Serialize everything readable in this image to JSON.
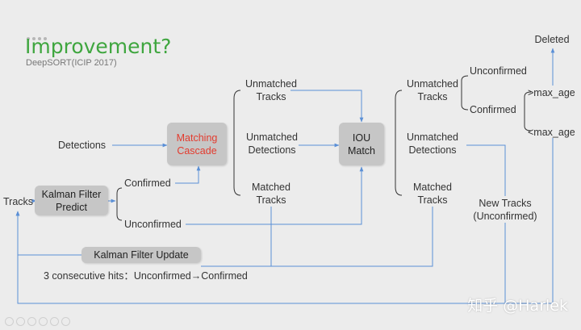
{
  "slide": {
    "title": "Improvement?",
    "subtitle": "DeepSORT(ICIP 2017)",
    "watermark": "知乎 @Harlek"
  },
  "nodes": {
    "deleted": "Deleted",
    "unconfirmed_top": "Unconfirmed",
    "confirmed_right": "Confirmed",
    "gt_max_age": ">max_age",
    "lt_max_age": "<max_age",
    "unmatched_tracks_1": "Unmatched\nTracks",
    "unmatched_detections_1": "Unmatched\nDetections",
    "matched_tracks_1": "Matched\nTracks",
    "unmatched_tracks_2": "Unmatched\nTracks",
    "unmatched_detections_2": "Unmatched\nDetections",
    "matched_tracks_2": "Matched\nTracks",
    "detections": "Detections",
    "tracks": "Tracks",
    "confirmed_left": "Confirmed",
    "unconfirmed_left": "Unconfirmed",
    "new_tracks": "New Tracks\n(Unconfirmed)",
    "hits_note": "3 consecutive hits：Unconfirmed→Confirmed"
  },
  "boxes": {
    "kalman_predict": "Kalman Filter\nPredict",
    "matching_cascade": "Matching\nCascade",
    "iou_match": "IOU\nMatch",
    "kalman_update": "Kalman Filter Update"
  },
  "colors": {
    "title": "#3fa63f",
    "arrow": "#5a8fd6",
    "highlight": "#e33b2e",
    "box": "#c6c6c6"
  }
}
